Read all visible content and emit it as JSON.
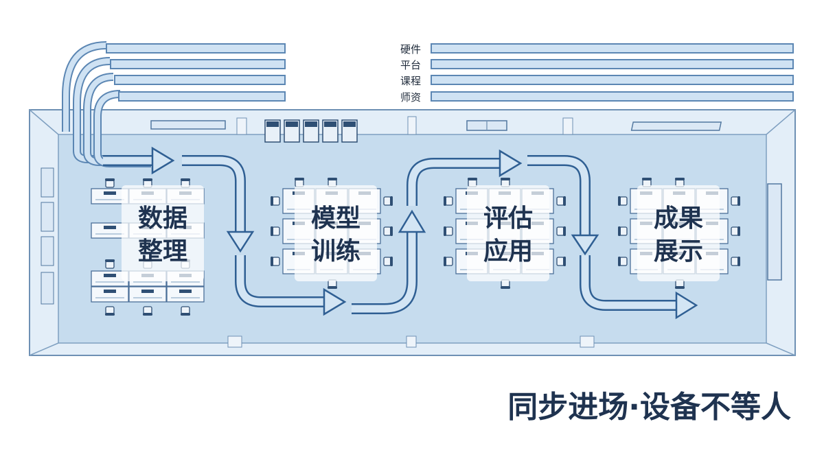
{
  "lanes": [
    {
      "label": "硬件"
    },
    {
      "label": "平台"
    },
    {
      "label": "课程"
    },
    {
      "label": "师资"
    }
  ],
  "stages": [
    {
      "line1": "数据",
      "line2": "整理"
    },
    {
      "line1": "模型",
      "line2": "训练"
    },
    {
      "line1": "评估",
      "line2": "应用"
    },
    {
      "line1": "成果",
      "line2": "展示"
    }
  ],
  "slogan": "同步进场·设备不等人",
  "colors": {
    "room_fill": "#c6dcee",
    "lane_fill": "#cfe2f3",
    "lane_stroke": "#5b86b3",
    "arrow_fill": "#d3e5f4",
    "arrow_stroke": "#2f5f93",
    "text_dark": "#1f3350"
  }
}
